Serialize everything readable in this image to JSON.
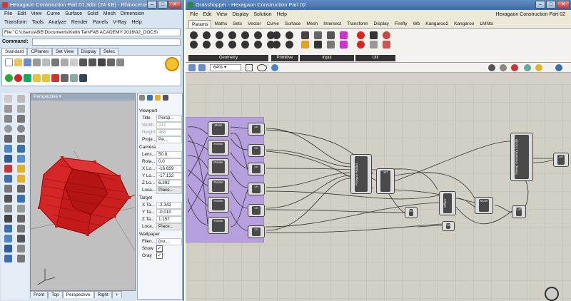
{
  "rhino": {
    "title": "Hexagaon Construction Part 01.3dm (24 KB) - Rhinoceros",
    "menu": [
      "File",
      "Edit",
      "View",
      "Curve",
      "Surface",
      "Solid",
      "Mesh",
      "Dimension"
    ],
    "menu2": [
      "Transform",
      "Tools",
      "Analyze",
      "Render",
      "Panels",
      "V-Ray",
      "Help"
    ],
    "file_line": "File \"C:\\Users\\ABE\\Documents\\Keith Tan\\FAB ACADEMY 2016\\02_DOCS\\",
    "command_label": "Command:",
    "toolbar_tabs": [
      "Standard",
      "CPlanes",
      "Set View",
      "Display",
      "Selec"
    ],
    "viewport_label": "Perspective",
    "props_tabs_label": "Viewport",
    "viewport": {
      "title_k": "Title",
      "title_v": "Persp...",
      "width_k": "Width",
      "width_v": "247",
      "height_k": "Height",
      "height_v": "468",
      "proj_k": "Proje...",
      "proj_v": "Pe..."
    },
    "camera_label": "Camera",
    "camera": {
      "lens_k": "Lens...",
      "lens_v": "50.0",
      "rot_k": "Rota...",
      "rot_v": "0.0",
      "x_k": "X Lo...",
      "x_v": "-16.659",
      "y_k": "Y Lo...",
      "y_v": "-17.132",
      "z_k": "Z Lo...",
      "z_v": "6.392",
      "loc_k": "Loca...",
      "loc_v": "Place..."
    },
    "target_label": "Target",
    "target": {
      "x_k": "X Ta...",
      "x_v": "-2.342",
      "y_k": "Y Ta...",
      "y_v": "-0.010",
      "z_k": "Z Ta...",
      "z_v": "1.157",
      "loc_k": "Loca...",
      "loc_v": "Place..."
    },
    "wallpaper_label": "Wallpaper",
    "wallpaper": {
      "file_k": "Filen...",
      "file_v": "(no...",
      "show_k": "Show",
      "gray_k": "Gray"
    },
    "view_tabs": [
      "Front",
      "Top",
      "Perspective",
      "Right"
    ]
  },
  "gh": {
    "title": "Grasshopper - Hexagaon Construction Part 02",
    "menu": [
      "File",
      "Edit",
      "View",
      "Display",
      "Solution",
      "Help"
    ],
    "doc_name": "Hexagaon Construction Part 02",
    "tabs": [
      "Params",
      "Maths",
      "Sets",
      "Vector",
      "Curve",
      "Surface",
      "Mesh",
      "Intersect",
      "Transform",
      "Display",
      "Firefly",
      "Wb",
      "Kangaroo2",
      "Kangaroo",
      "LMNts"
    ],
    "groups": [
      "Geometry",
      "Primitive",
      "Input",
      "Util"
    ],
    "zoom": "64%",
    "components": {
      "move": "Move",
      "rotate": "Rotate",
      "line": "Ln",
      "offset": "Offset",
      "neg": "Neg",
      "srf": "Srf",
      "loft": "Loft",
      "vec": "Vec",
      "polygon": "Polygon Radius",
      "sweep": "Sweep Geometry Locally"
    }
  }
}
